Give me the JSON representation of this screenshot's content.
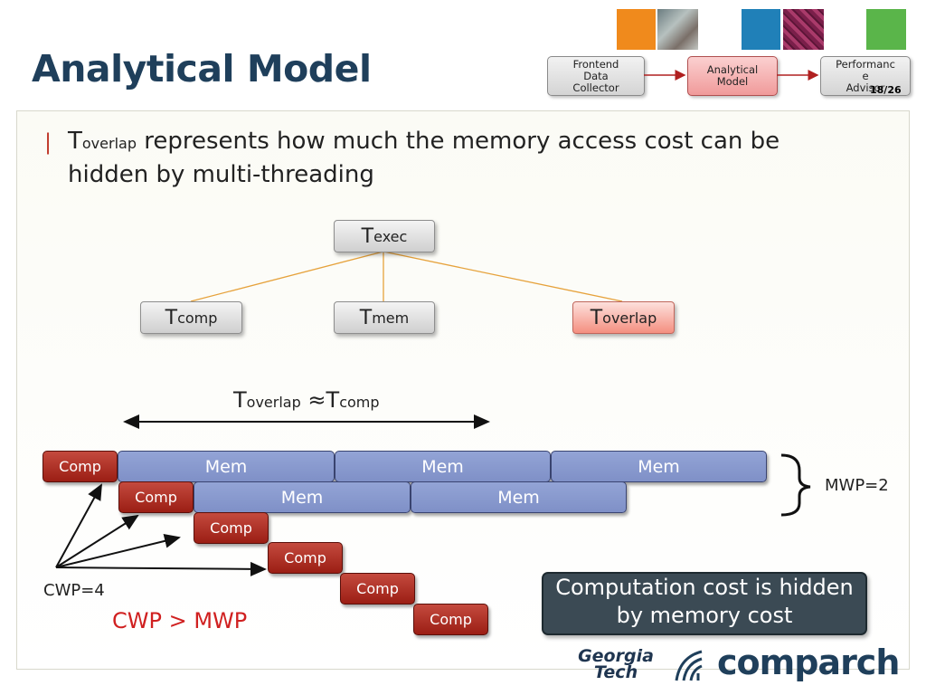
{
  "slide": {
    "title": "Analytical Model",
    "page_number": "18/26"
  },
  "header_flow": {
    "items": [
      {
        "label": "Frontend\nData\nCollector"
      },
      {
        "label": "Analytical\nModel"
      },
      {
        "label": "Performanc\ne\nAdvisor"
      }
    ]
  },
  "bullet": {
    "t": "T",
    "sub": "overlap",
    "text": " represents how much the memory access cost can be hidden by multi-threading"
  },
  "tree": {
    "root": {
      "t": "T",
      "sub": "exec"
    },
    "children": [
      {
        "t": "T",
        "sub": "comp"
      },
      {
        "t": "T",
        "sub": "mem"
      },
      {
        "t": "T",
        "sub": "overlap"
      }
    ]
  },
  "formula": {
    "lhs_t": "T",
    "lhs_sub": "overlap",
    "op": " ≈",
    "rhs_t": "T",
    "rhs_sub": "comp"
  },
  "timeline": {
    "comp_label": "Comp",
    "mem_label": "Mem"
  },
  "labels": {
    "cwp": "CWP=4",
    "cwp_gt_mwp": "CWP > MWP",
    "mwp": "MWP=2",
    "callout": "Computation cost is hidden by memory cost"
  },
  "logos": {
    "gt_line1": "Georgia",
    "gt_line2": "Tech",
    "comparch": "comparch"
  },
  "colors": {
    "title": "#1f3f5b",
    "comp_block": "#b0322a",
    "mem_block": "#8a9bd0",
    "highlight_red": "#d02020",
    "callout_bg": "#3b4a54"
  }
}
